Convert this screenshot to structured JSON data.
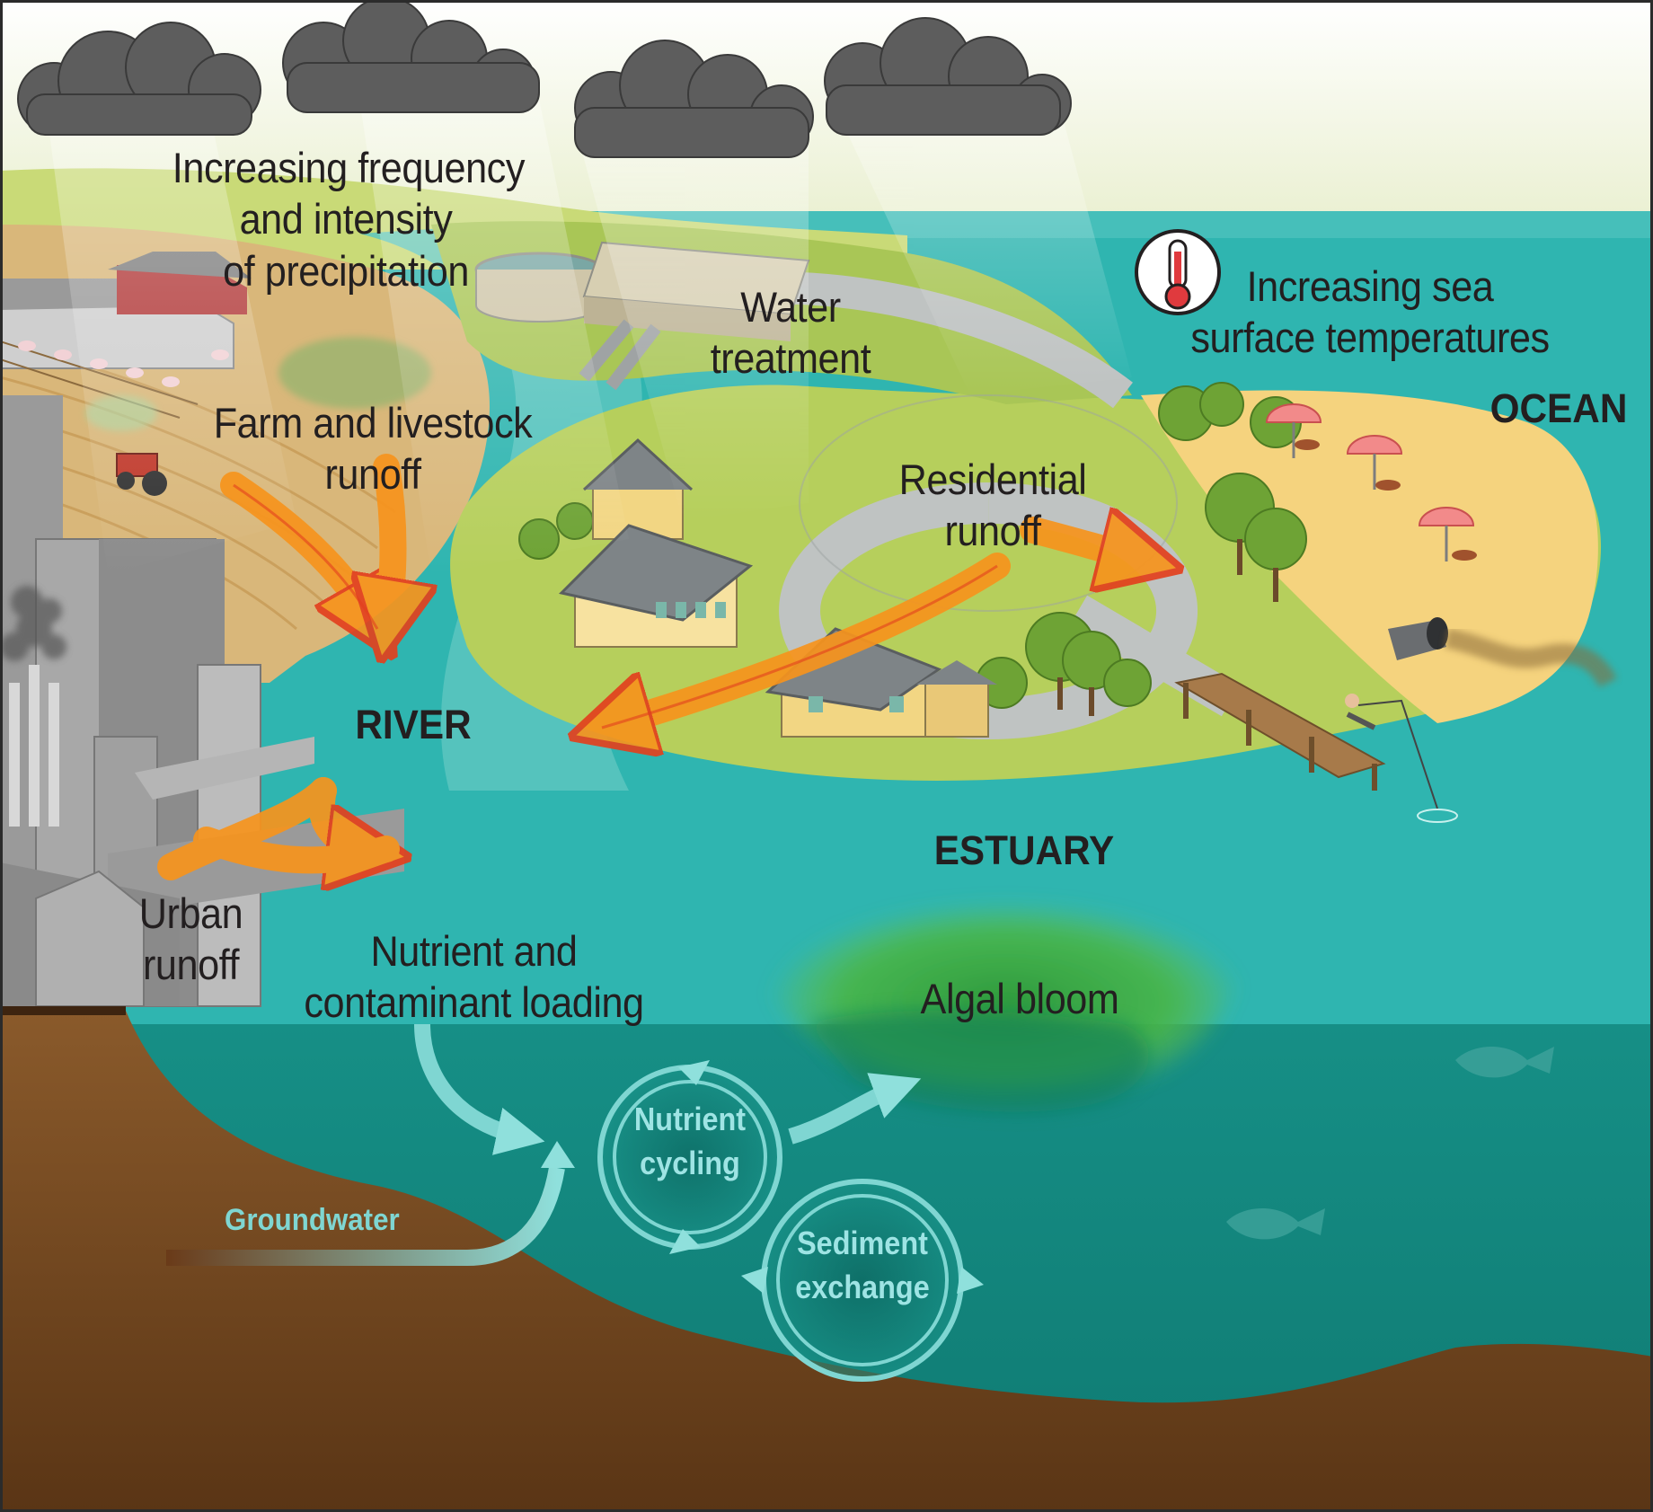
{
  "labels": {
    "precipitation": [
      "Increasing frequency",
      "and intensity",
      "of precipitation"
    ],
    "water_treatment": [
      "Water",
      "treatment"
    ],
    "sea_temperature": [
      "Increasing sea",
      "surface temperatures"
    ],
    "farm_runoff": [
      "Farm and livestock",
      "runoff"
    ],
    "residential_runoff": [
      "Residential",
      "runoff"
    ],
    "urban_runoff": [
      "Urban",
      "runoff"
    ],
    "nutrient_loading": [
      "Nutrient and",
      "contaminant loading"
    ],
    "algal_bloom": "Algal bloom",
    "nutrient_cycling": [
      "Nutrient",
      "cycling"
    ],
    "sediment_exchange": [
      "Sediment",
      "exchange"
    ],
    "groundwater": "Groundwater"
  },
  "zones": {
    "river": "RIVER",
    "estuary": "ESTUARY",
    "ocean": "OCEAN"
  },
  "icons": [
    "cloud-icon",
    "thermometer-icon",
    "factory-icon",
    "barn-icon",
    "tractor-icon",
    "house-icon",
    "tree-icon",
    "umbrella-icon",
    "pier-icon",
    "outfall-pipe-icon",
    "fish-icon"
  ],
  "colors": {
    "sky": "#eef3d8",
    "ocean": "#2fb5b0",
    "deep_water": "#138a80",
    "sediment": "#7a4a1f",
    "land": "#b6cf5c",
    "beach": "#f5d37e",
    "runoff_arrow": "#f7941d",
    "algae": "#3fae49",
    "water_text": "#9ee4e4",
    "thermometer": "#e03a3e"
  }
}
